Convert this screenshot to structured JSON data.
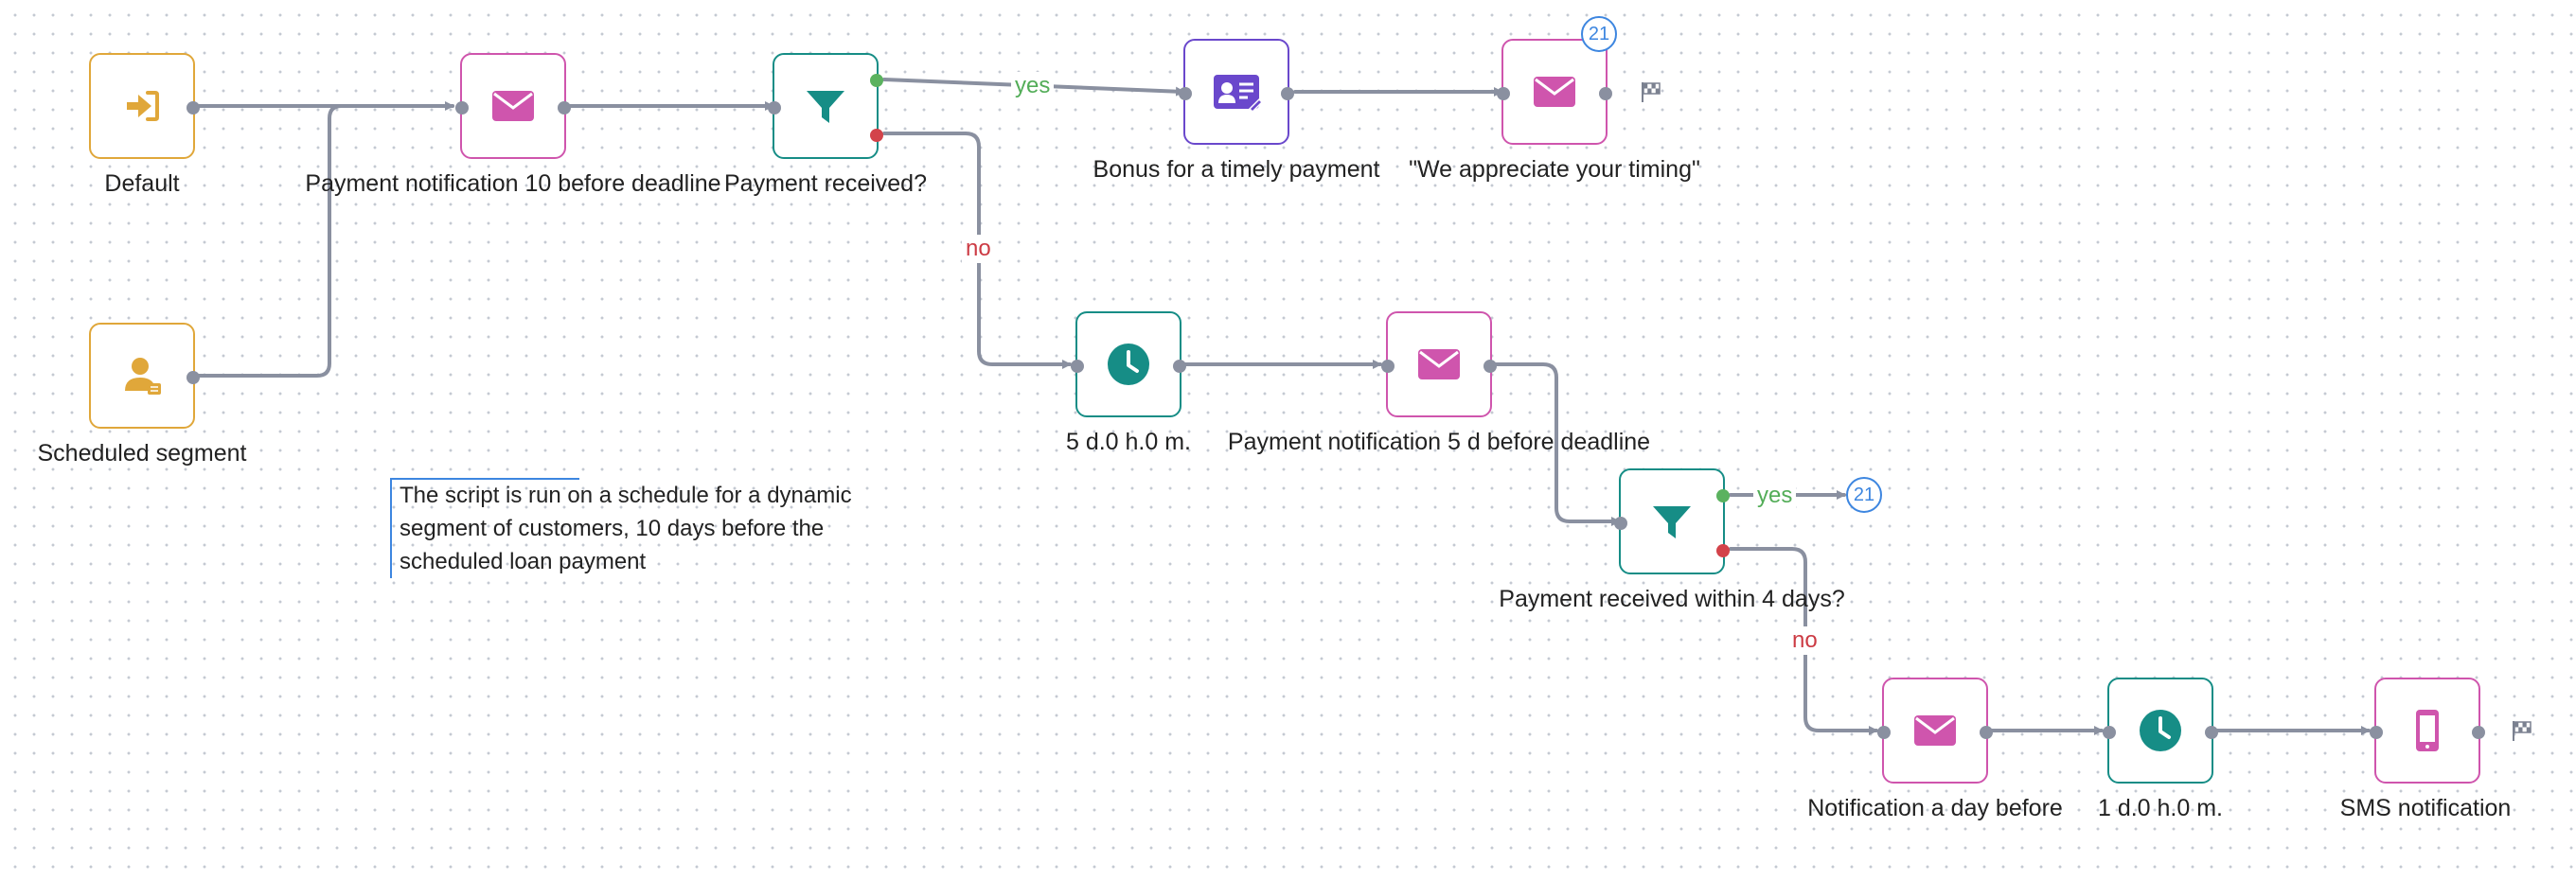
{
  "colors": {
    "entry": "#e0a73a",
    "email": "#cf55ad",
    "filter": "#168d86",
    "bonus": "#6a48cc",
    "edge": "#8a90a0",
    "yes": "#53ad58",
    "no": "#cc3b44",
    "badge": "#3d86e0"
  },
  "nodes": {
    "default_entry": {
      "label": "Default",
      "icon": "sign-in-icon"
    },
    "scheduled_segment": {
      "label": "Scheduled segment",
      "icon": "user-segment-icon"
    },
    "email_10d": {
      "label": "Payment notification 10 before deadline",
      "icon": "envelope-icon"
    },
    "filter_received": {
      "label": "Payment received?",
      "icon": "filter-icon"
    },
    "bonus": {
      "label": "Bonus for a timely payment",
      "icon": "id-card-icon"
    },
    "email_appreciate": {
      "label": "\"We appreciate your timing\"",
      "icon": "envelope-icon"
    },
    "delay_5d": {
      "label": "5 d.0 h.0 m.",
      "icon": "clock-icon"
    },
    "email_5d": {
      "label": "Payment notification 5 d before deadline",
      "icon": "envelope-icon"
    },
    "filter_4days": {
      "label": "Payment received within 4 days?",
      "icon": "filter-icon"
    },
    "email_day_before": {
      "label": "Notification a day before",
      "icon": "envelope-icon"
    },
    "delay_1d": {
      "label": "1 d.0 h.0 m.",
      "icon": "clock-icon"
    },
    "sms": {
      "label": "SMS notification",
      "icon": "mobile-icon"
    }
  },
  "branches": {
    "filter1_yes": "yes",
    "filter1_no": "no",
    "filter2_yes": "yes",
    "filter2_no": "no"
  },
  "badges": {
    "top": "21",
    "filter2_yes_target": "21"
  },
  "note": {
    "lines": [
      "The script is run on a schedule for a dynamic",
      "segment of customers, 10 days before the",
      "scheduled loan payment"
    ]
  }
}
